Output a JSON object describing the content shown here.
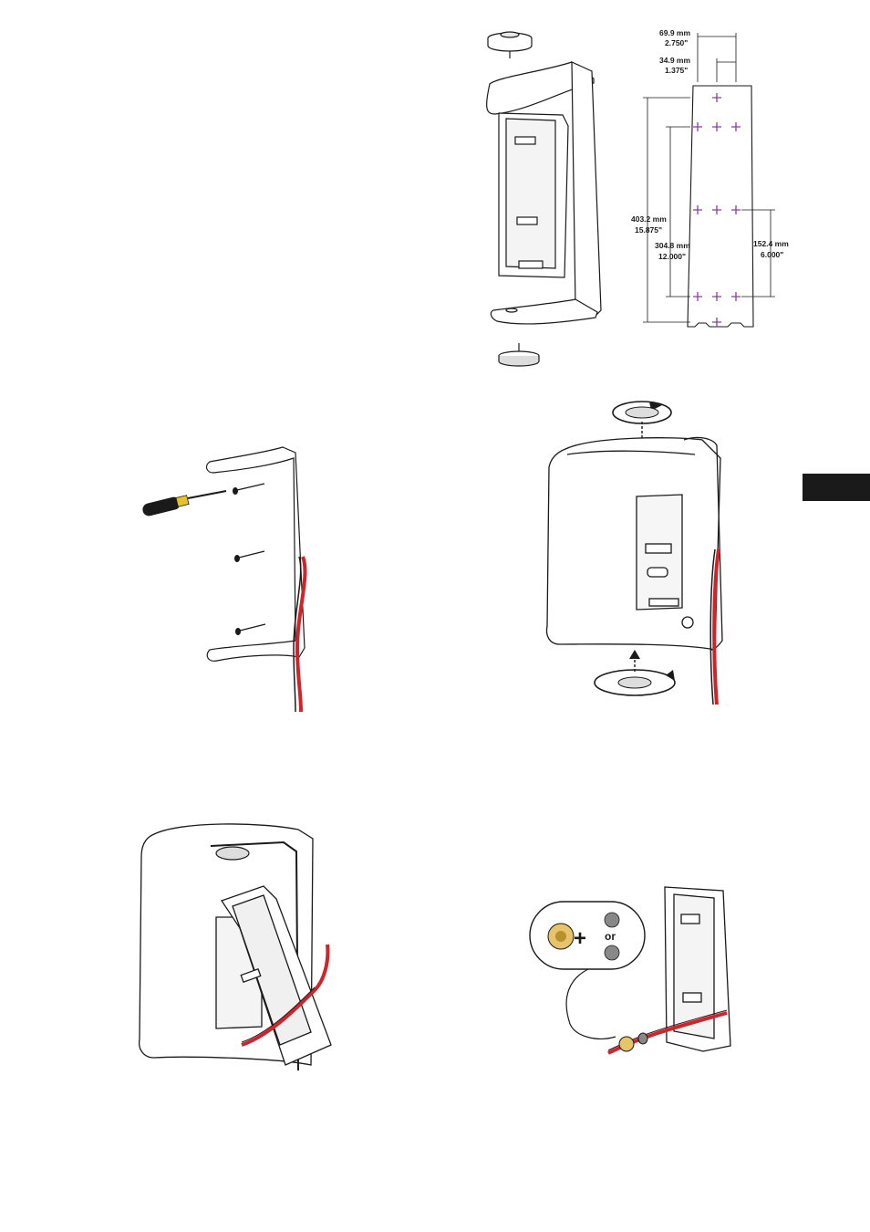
{
  "colors": {
    "line": "#1a1a1a",
    "wire_red": "#d2232a",
    "mark_purple": "#8a3c9e",
    "brass": "#e7c36a",
    "tab": "#1a1a1a"
  },
  "figures": {
    "bracket_exploded": {
      "icon": "bracket-exploded-icon"
    },
    "dimensions": {
      "width_outer": "69.9 mm",
      "width_outer_in": "2.750\"",
      "width_inner": "34.9 mm",
      "width_inner_in": "1.375\"",
      "height_total": "403.2 mm",
      "height_total_in": "15.875\"",
      "height_mid": "304.8 mm",
      "height_mid_in": "12.000\"",
      "height_small": "152.4 mm",
      "height_small_in": "6.000\""
    },
    "wall_mount": {
      "icon": "screwdriver-icon"
    },
    "speaker_attach": {
      "icon": "speaker-knob-icon"
    },
    "speaker_tilt": {
      "icon": "speaker-tilt-icon"
    },
    "wire_grommet": {
      "plus": "+",
      "or": "or"
    }
  }
}
